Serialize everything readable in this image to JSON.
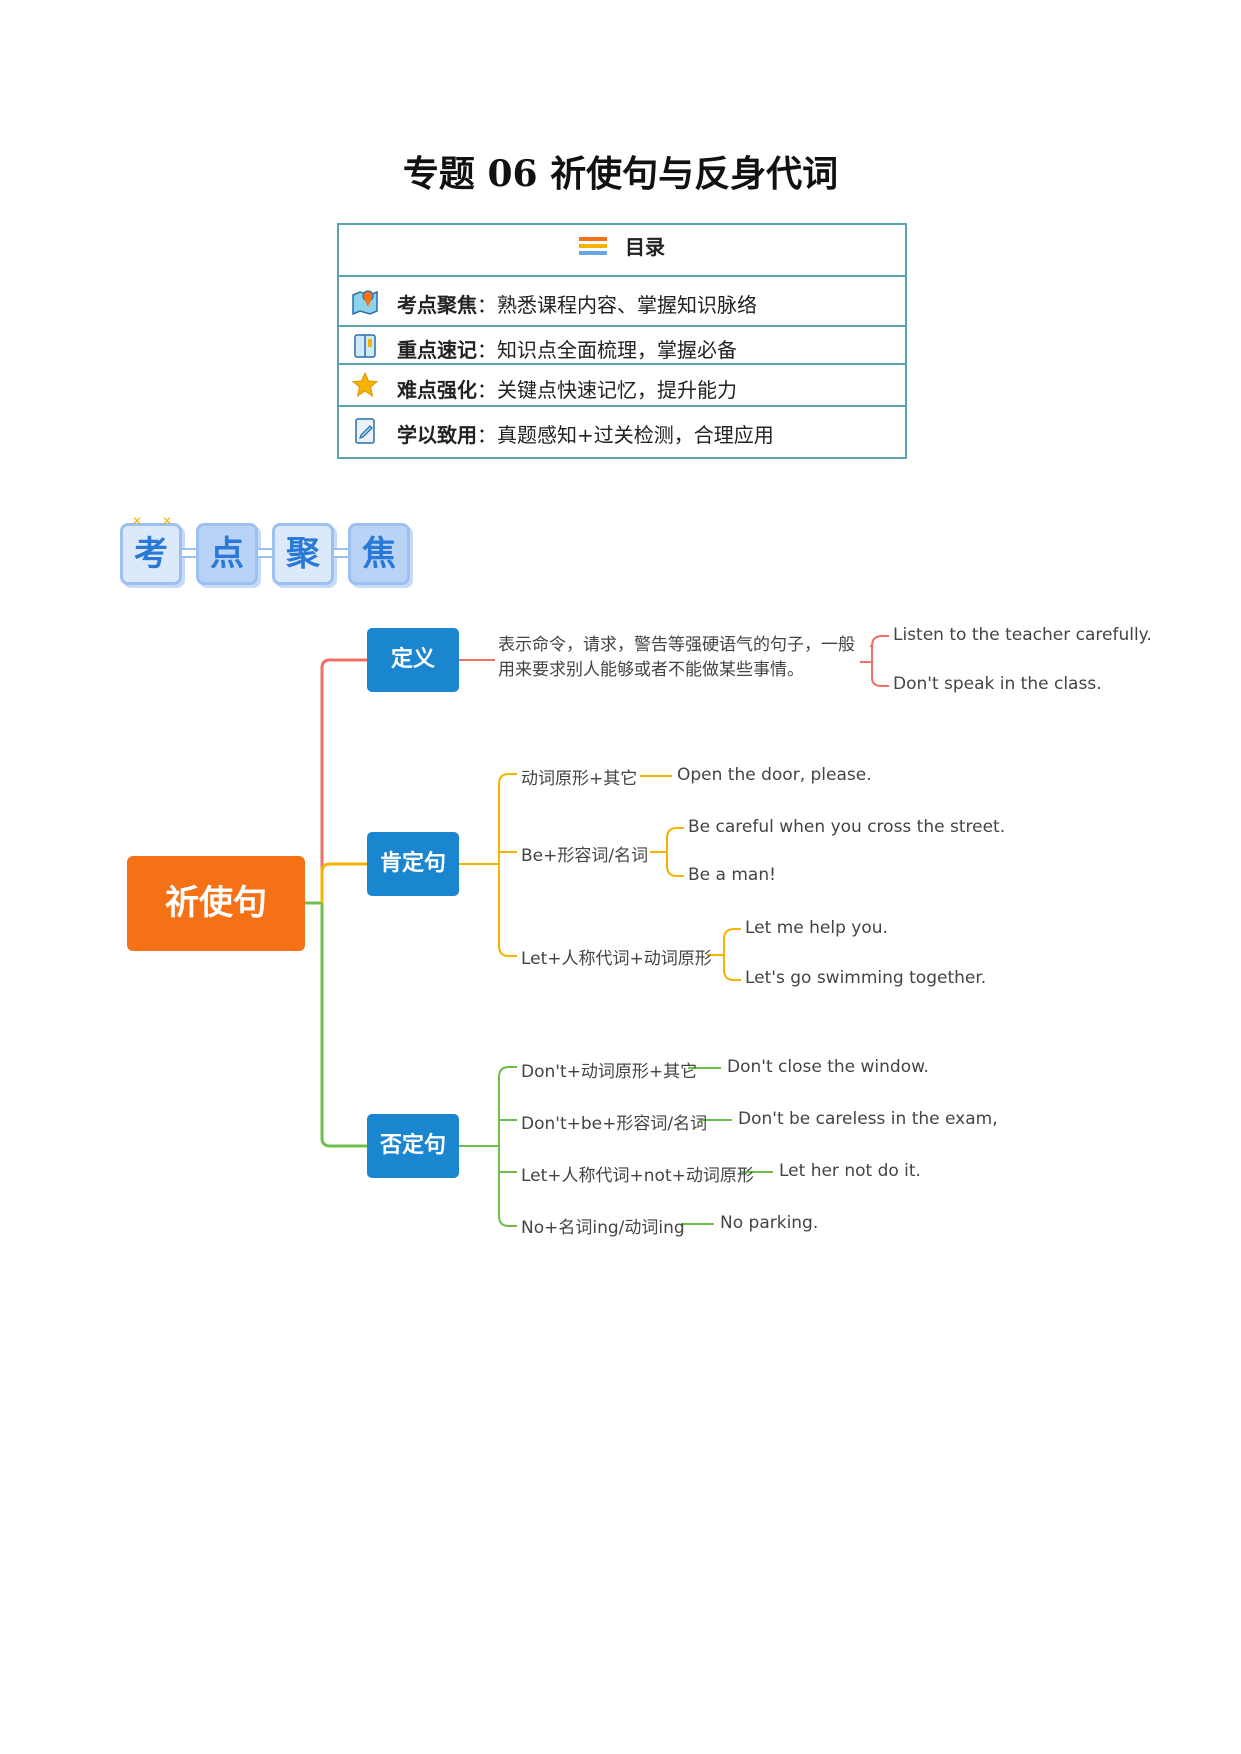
{
  "title": "专题 06 祈使句与反身代词",
  "toc": {
    "header": "目录",
    "items": [
      {
        "label": "考点聚焦",
        "desc": "熟悉课程内容、掌握知识脉络",
        "icon": "map-pin-icon"
      },
      {
        "label": "重点速记",
        "desc": "知识点全面梳理，掌握必备",
        "icon": "notebook-icon"
      },
      {
        "label": "难点强化",
        "desc": "关键点快速记忆，提升能力",
        "icon": "star-icon"
      },
      {
        "label": "学以致用",
        "desc": "真题感知+过关检测，合理应用",
        "icon": "edit-document-icon"
      }
    ]
  },
  "banner": [
    "考",
    "点",
    "聚",
    "焦"
  ],
  "mindmap": {
    "root": "祈使句",
    "colors": {
      "root": "#f47115",
      "node": "#1a86cf",
      "definition": "#f07063",
      "affirmative": "#f5b400",
      "negative": "#6cc04a"
    },
    "definition": {
      "label": "定义",
      "text": "表示命令，请求，警告等强硬语气的句子，一般用来要求别人能够或者不能做某些事情。",
      "examples": [
        "Listen to the teacher carefully.",
        "Don't speak in the class."
      ]
    },
    "affirmative": {
      "label": "肯定句",
      "patterns": [
        {
          "pattern": "动词原形+其它",
          "examples": [
            "Open the door, please."
          ]
        },
        {
          "pattern": "Be+形容词/名词",
          "examples": [
            "Be careful when you cross the street.",
            "Be a man!"
          ]
        },
        {
          "pattern": "Let+人称代词+动词原形",
          "examples": [
            "Let me help you.",
            "Let's go swimming together."
          ]
        }
      ]
    },
    "negative": {
      "label": "否定句",
      "patterns": [
        {
          "pattern": "Don't+动词原形+其它",
          "examples": [
            "Don't close the window."
          ]
        },
        {
          "pattern": "Don't+be+形容词/名词",
          "examples": [
            "Don't be careless in the exam,"
          ]
        },
        {
          "pattern": "Let+人称代词+not+动词原形",
          "examples": [
            "Let her not do it."
          ]
        },
        {
          "pattern": "No+名词ing/动词ing",
          "examples": [
            "No parking."
          ]
        }
      ]
    }
  }
}
